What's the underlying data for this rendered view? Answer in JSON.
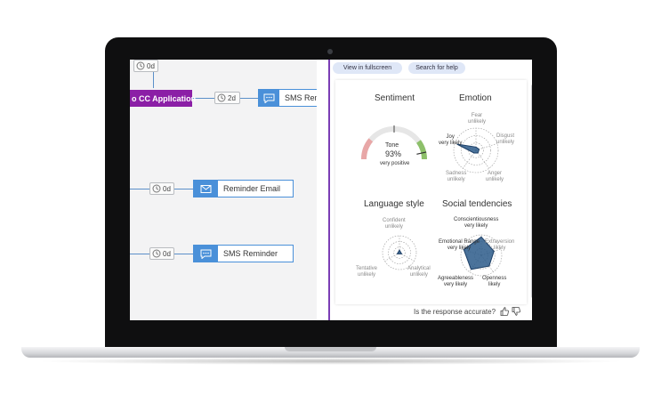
{
  "flow": {
    "cc_application": "o CC Application",
    "delays": [
      {
        "label": "0d"
      },
      {
        "label": "2d"
      },
      {
        "label": "0d"
      },
      {
        "label": "0d"
      }
    ],
    "nodes": [
      {
        "label": "SMS Rem",
        "icon": "chat-bubble-icon"
      },
      {
        "label": "Reminder Email",
        "icon": "envelope-icon"
      },
      {
        "label": "SMS Reminder",
        "icon": "chat-bubble-icon"
      }
    ]
  },
  "panel": {
    "fullscreen_button": "View in fullscreen",
    "help_button": "Search for help",
    "sentiment": {
      "title": "Sentiment",
      "gauge_label": "Tone",
      "value": "93%",
      "descriptor": "very positive",
      "fraction": 0.93
    },
    "emotion": {
      "title": "Emotion",
      "axes": [
        {
          "name": "Fear",
          "level": "unlikely",
          "value": 0.15
        },
        {
          "name": "Disgust",
          "level": "unlikely",
          "value": 0.15
        },
        {
          "name": "Anger",
          "level": "unlikely",
          "value": 0.15
        },
        {
          "name": "Sadness",
          "level": "unlikely",
          "value": 0.15
        },
        {
          "name": "Joy",
          "level": "very likely",
          "value": 0.9
        }
      ]
    },
    "language_style": {
      "title": "Language style",
      "axes": [
        {
          "name": "Confident",
          "level": "unlikely",
          "value": 0.15
        },
        {
          "name": "Analytical",
          "level": "unlikely",
          "value": 0.15
        },
        {
          "name": "Tentative",
          "level": "unlikely",
          "value": 0.15
        }
      ]
    },
    "social_tendencies": {
      "title": "Social tendencies",
      "axes": [
        {
          "name": "Conscientiousness",
          "level": "very likely",
          "value": 0.9
        },
        {
          "name": "Extraversion",
          "level": "likely",
          "value": 0.65
        },
        {
          "name": "Openness",
          "level": "likely",
          "value": 0.65
        },
        {
          "name": "Agreeableness",
          "level": "very likely",
          "value": 0.85
        },
        {
          "name": "Emotional Range",
          "level": "very likely",
          "value": 0.9
        }
      ]
    },
    "accuracy_question": "Is the response accurate?"
  },
  "colors": {
    "accent_blue": "#4a90d9",
    "purple": "#8b1fa6",
    "radar_fill": "#2c5a8a",
    "gauge_red": "#e8a7a7",
    "gauge_green": "#8dc06a"
  }
}
